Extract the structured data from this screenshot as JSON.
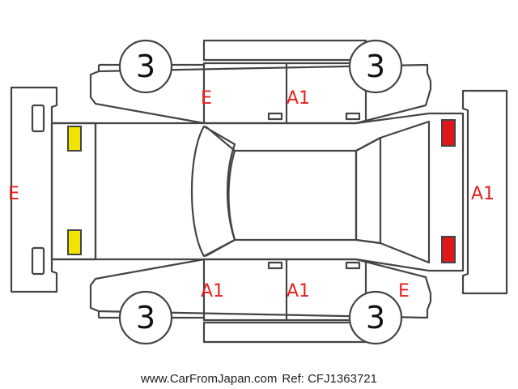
{
  "colors": {
    "outline": "#444444",
    "damage_mark": "#e8201e",
    "front_lamp": "#f0e400",
    "rear_lamp": "#e0161a"
  },
  "tires": {
    "front_left": "3",
    "rear_left": "3",
    "front_right": "3",
    "rear_right": "3"
  },
  "damage_marks": {
    "front_bumper": "E",
    "front_left_door": "E",
    "rear_left_door": "A1",
    "rear_bumper": "A1",
    "front_right_door": "A1",
    "rear_right_door": "A1",
    "rear_right_quarter": "E"
  },
  "footer": {
    "site": "www.CarFromJapan.com",
    "reference": "Ref: CFJ1363721"
  }
}
